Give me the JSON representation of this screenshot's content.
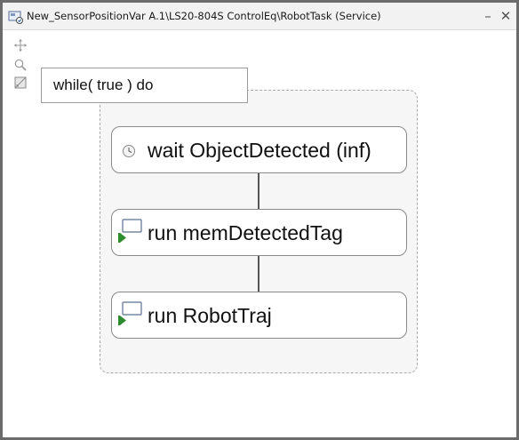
{
  "window": {
    "title": "New_SensorPositionVar A.1\\LS20-804S ControlEq\\RobotTask (Service)",
    "minimize_symbol": "–",
    "close_symbol": "✕"
  },
  "toolbar": {
    "tools": [
      "move-icon",
      "zoom-icon",
      "fit-icon"
    ]
  },
  "loop": {
    "label": "while( true ) do"
  },
  "steps": [
    {
      "icon": "clock-icon",
      "label": "wait ObjectDetected (inf)"
    },
    {
      "icon": "run-icon",
      "label": "run memDetectedTag"
    },
    {
      "icon": "run-icon",
      "label": "run RobotTraj"
    }
  ],
  "colors": {
    "frame_border": "#6b6b6b",
    "run_flag": "#2e8b2e",
    "loop_fill": "#f6f6f6"
  }
}
